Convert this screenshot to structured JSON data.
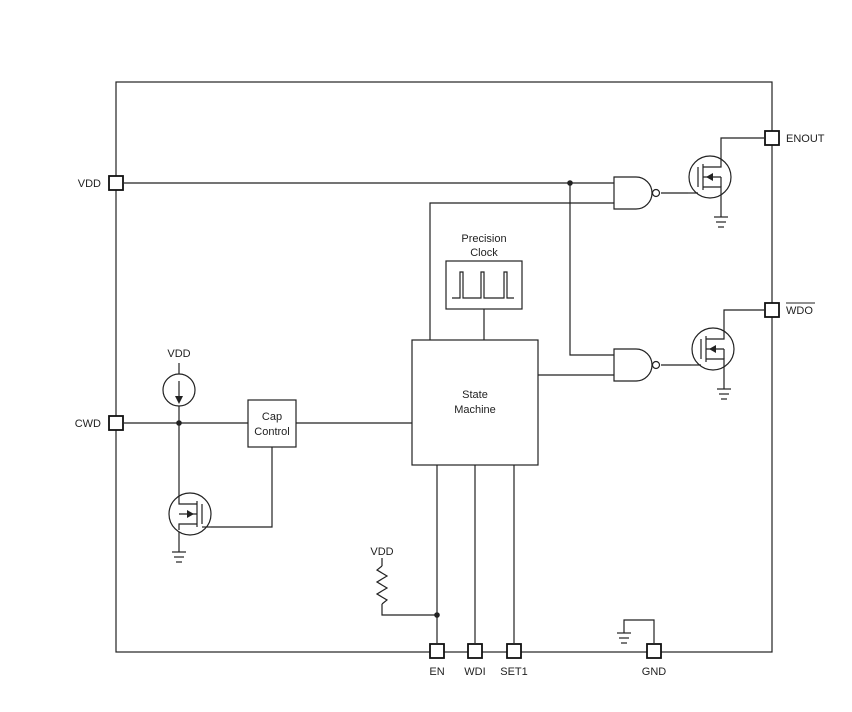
{
  "pins": {
    "vdd": "VDD",
    "cwd": "CWD",
    "enout": "ENOUT",
    "wdo": "WDO",
    "en": "EN",
    "wdi": "WDI",
    "set1": "SET1",
    "gnd": "GND"
  },
  "blocks": {
    "precision_clock_line1": "Precision",
    "precision_clock_line2": "Clock",
    "state_machine_line1": "State",
    "state_machine_line2": "Machine",
    "cap_control_line1": "Cap",
    "cap_control_line2": "Control"
  },
  "supply_labels": {
    "current_source": "VDD",
    "pullup_resistor": "VDD"
  }
}
